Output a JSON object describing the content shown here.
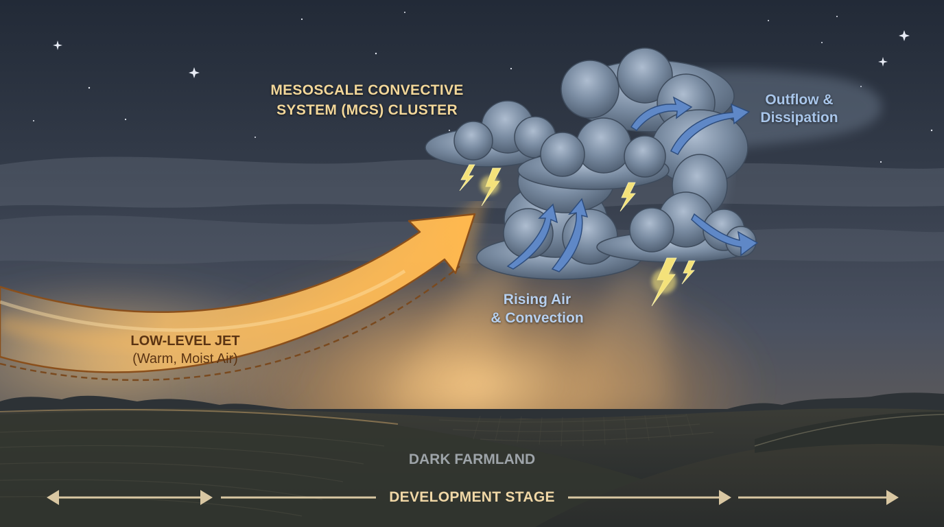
{
  "labels": {
    "mcs_line1": "MESOSCALE CONVECTIVE",
    "mcs_line2": "SYSTEM (MCS) CLUSTER",
    "outflow_line1": "Outflow &",
    "outflow_line2": "Dissipation",
    "rising_line1": "Rising Air",
    "rising_line2": "& Convection",
    "jet_title": "LOW-LEVEL JET",
    "jet_subtitle": "(Warm, Moist Air)",
    "farmland": "DARK FARMLAND",
    "stage": "DEVELOPMENT STAGE"
  },
  "colors": {
    "sky_top": "#232a37",
    "sky_mid": "#434b58",
    "horizon_glow": "#e9b66b",
    "jet_arrow": "#f6b95a",
    "cloud": "#6f8298",
    "lightning": "#f4e27a",
    "flow_arrow": "#5f88c7",
    "label_gold": "#f2d79a",
    "label_blue": "#a9c6ea"
  },
  "icons": [
    "star-icon",
    "lightning-bolt-icon",
    "updraft-arrow-icon",
    "outflow-arrow-icon",
    "jet-arrow-icon",
    "double-arrow-icon"
  ]
}
